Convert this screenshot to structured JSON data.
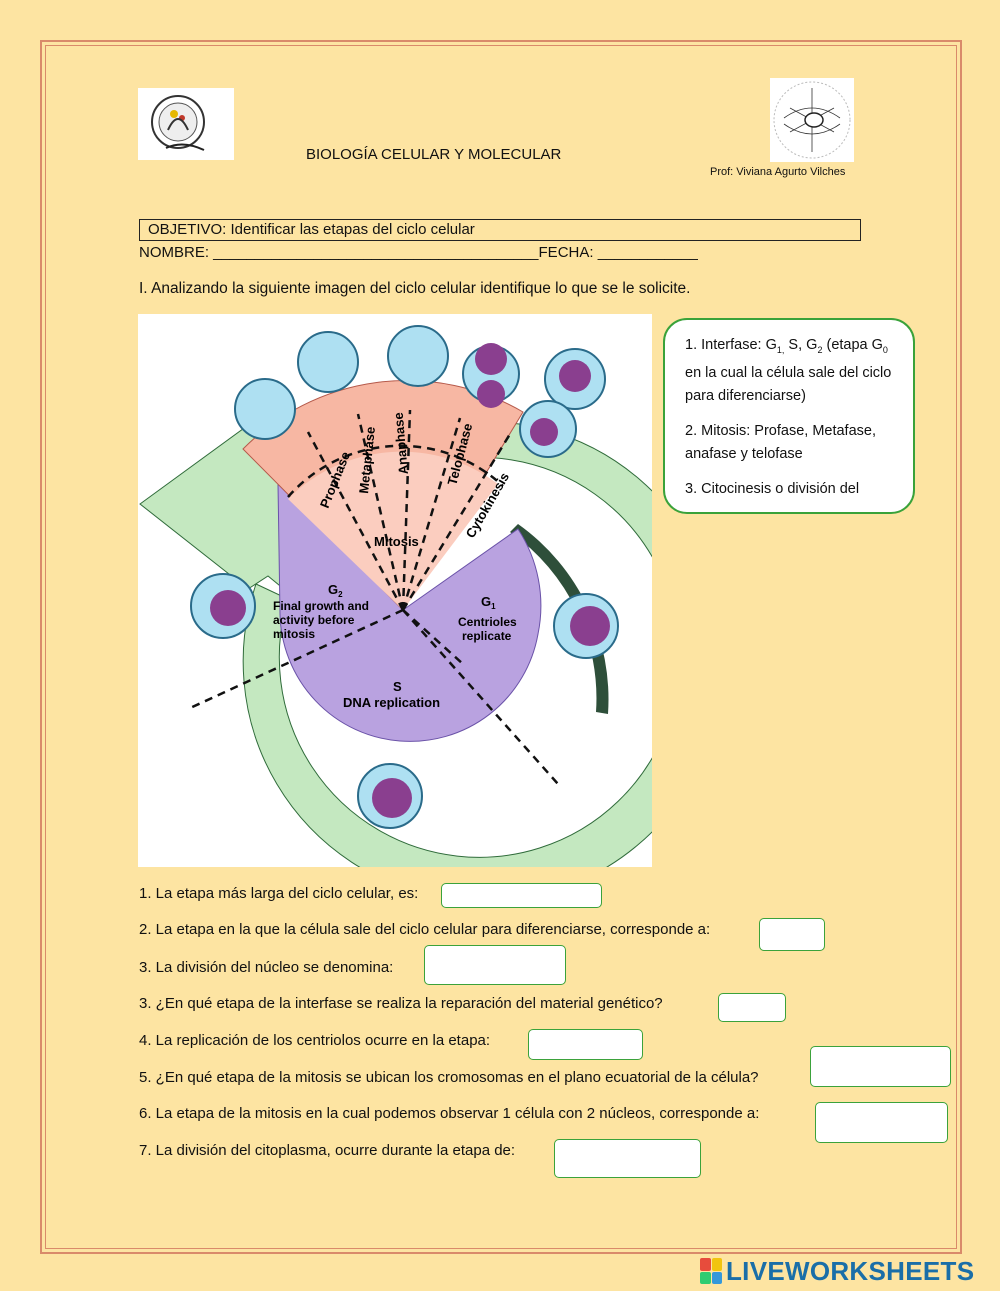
{
  "header": {
    "title": "BIOLOGÍA CELULAR Y MOLECULAR",
    "teacher": "Prof: Viviana Agurto Vilches"
  },
  "objective": "OBJETIVO: Identificar las etapas del ciclo celular",
  "name_line": "NOMBRE: _______________________________________FECHA: ____________",
  "instruction": "I. Analizando la siguiente imagen del ciclo celular identifique lo que se le solicite.",
  "diagram": {
    "phases": [
      "Prophase",
      "Metaphase",
      "Anaphase",
      "Telophase",
      "Cytokinesis"
    ],
    "mitosis": "Mitosis",
    "g2": "G",
    "g2_sub": "2",
    "g2_desc": [
      "Final growth and",
      "activity before",
      "mitosis"
    ],
    "g1": "G",
    "g1_sub": "1",
    "g1_desc": [
      "Centrioles",
      "replicate"
    ],
    "s": "S",
    "s_desc": "DNA replication"
  },
  "callout": {
    "item1_a": "1. Interfase: G",
    "item1_sub1": "1,",
    "item1_b": " S, G",
    "item1_sub2": "2",
    "item1_c": " (etapa G",
    "item1_sub3": "0",
    "item1_d": " en la cual la célula sale del ciclo para diferenciarse)",
    "item2": "2. Mitosis: Profase, Metafase, anafase y telofase",
    "item3": "3. Citocinesis o división del"
  },
  "questions": [
    "1. La etapa más larga del ciclo celular, es:",
    "2. La etapa en la que la célula sale del ciclo celular para diferenciarse, corresponde a:",
    "3. La división del núcleo se denomina:",
    "3. ¿En qué etapa de la interfase se realiza la reparación del material genético?",
    "4.  La replicación de los centriolos ocurre en la etapa:",
    "5. ¿En qué etapa de la mitosis se ubican los cromosomas en el plano ecuatorial de la célula?",
    "6. La etapa de la mitosis en la cual podemos observar 1 célula con 2 núcleos, corresponde a:",
    "7. La división del citoplasma, ocurre durante la etapa de:"
  ],
  "footer": {
    "brand": "LIVEWORKSHEETS"
  },
  "colors": {
    "background": "#fde4a2",
    "border": "#d98a6a",
    "answer_box_border": "#3ba23b",
    "brand": "#1a6ea8"
  }
}
